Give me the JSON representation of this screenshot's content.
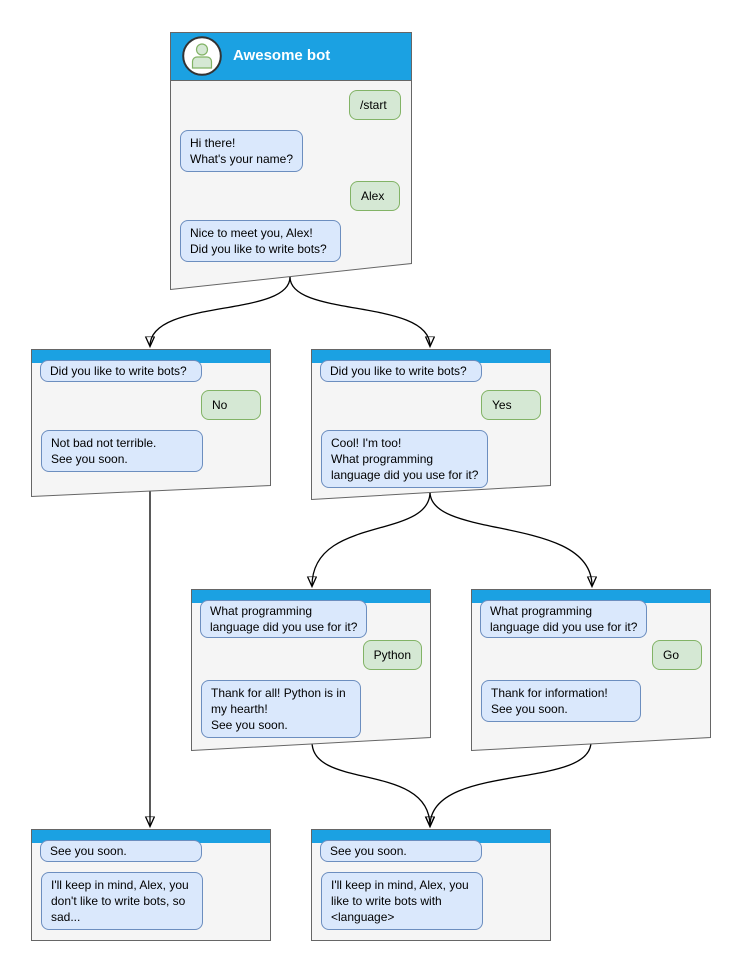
{
  "app": {
    "title": "Awesome bot"
  },
  "colors": {
    "header_blue": "#1ba1e2",
    "node_fill": "#f5f5f5",
    "node_border": "#666666",
    "bot_bubble_fill": "#dae8fc",
    "bot_bubble_border": "#6c8ebf",
    "user_bubble_fill": "#d5e8d4",
    "user_bubble_border": "#82b366",
    "connector": "#000000"
  },
  "nodes": {
    "main": {
      "title": "Awesome bot",
      "avatar_icon": "person-icon",
      "messages": [
        {
          "from": "user",
          "text": "/start"
        },
        {
          "from": "bot",
          "text": "Hi there!\nWhat's your name?"
        },
        {
          "from": "user",
          "text": "Alex"
        },
        {
          "from": "bot",
          "text": "Nice to meet you, Alex!\nDid you like to write bots?"
        }
      ]
    },
    "no_branch": {
      "messages": [
        {
          "from": "bot",
          "text": "Did you like to write bots?"
        },
        {
          "from": "user",
          "text": "No"
        },
        {
          "from": "bot",
          "text": "Not bad not terrible.\nSee you soon."
        }
      ]
    },
    "yes_branch": {
      "messages": [
        {
          "from": "bot",
          "text": "Did you like to write bots?"
        },
        {
          "from": "user",
          "text": "Yes"
        },
        {
          "from": "bot",
          "text": "Cool! I'm too!\nWhat programming\nlanguage did you use for it?"
        }
      ]
    },
    "python_branch": {
      "messages": [
        {
          "from": "bot",
          "text": "What programming\nlanguage did you use for it?"
        },
        {
          "from": "user",
          "text": "Python"
        },
        {
          "from": "bot",
          "text": "Thank for all! Python is in\nmy hearth!\nSee you soon."
        }
      ]
    },
    "go_branch": {
      "messages": [
        {
          "from": "bot",
          "text": "What programming\nlanguage did you use for it?"
        },
        {
          "from": "user",
          "text": "Go"
        },
        {
          "from": "bot",
          "text": "Thank for information!\nSee you soon."
        }
      ]
    },
    "end_no": {
      "messages": [
        {
          "from": "bot",
          "text": "See you soon."
        },
        {
          "from": "bot",
          "text": "I'll keep in mind, Alex, you\ndon't like to write bots, so\nsad..."
        }
      ]
    },
    "end_yes": {
      "messages": [
        {
          "from": "bot",
          "text": "See you soon."
        },
        {
          "from": "bot",
          "text": "I'll keep in mind, Alex, you\nlike to write bots with\n<language>"
        }
      ]
    }
  }
}
